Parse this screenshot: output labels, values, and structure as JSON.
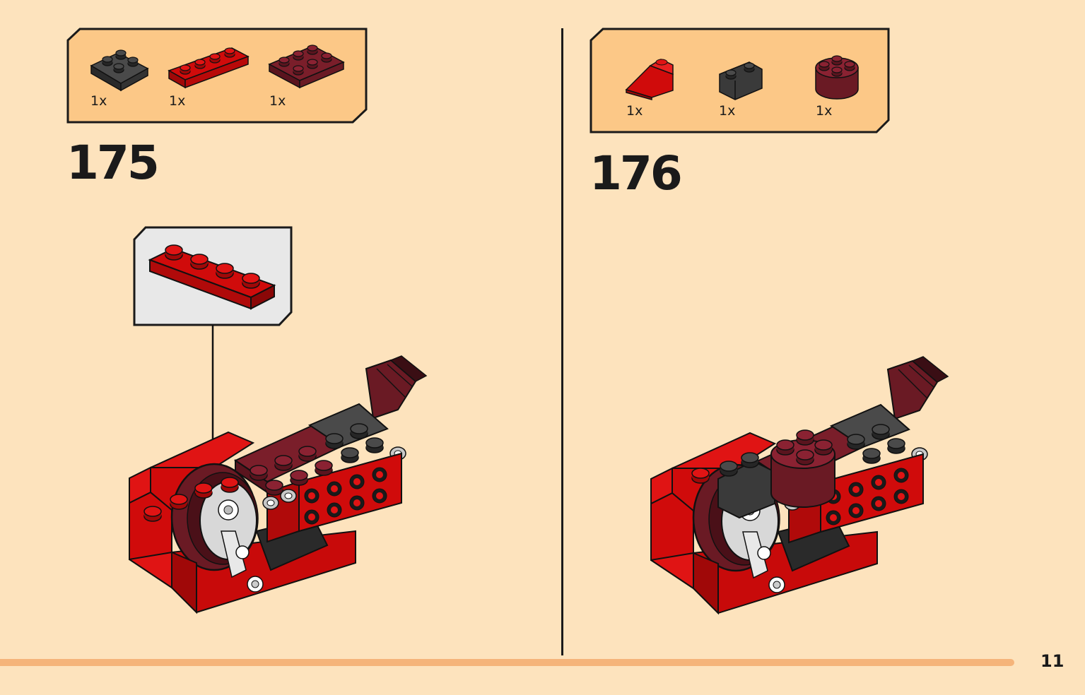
{
  "page": {
    "number": "11"
  },
  "steps": [
    {
      "number": "175",
      "parts": [
        {
          "qty": "1x",
          "color": "#3a3a3a",
          "name": "dark-gray-plate-2x2"
        },
        {
          "qty": "1x",
          "color": "#d00b0b",
          "name": "red-plate-1x4"
        },
        {
          "qty": "1x",
          "color": "#7a1e2a",
          "name": "dark-red-plate-2x3"
        }
      ],
      "callout": {
        "color": "#d00b0b",
        "name": "red-plate-1x4"
      }
    },
    {
      "number": "176",
      "parts": [
        {
          "qty": "1x",
          "color": "#d00b0b",
          "name": "red-slope"
        },
        {
          "qty": "1x",
          "color": "#3a3a3a",
          "name": "dark-gray-brick-curved"
        },
        {
          "qty": "1x",
          "color": "#7a1e2a",
          "name": "dark-red-round-brick-2x2"
        }
      ]
    }
  ],
  "colors": {
    "background": "#fde3bd",
    "parts_panel": "#fcc887",
    "callout_panel": "#e8e8e8",
    "accent_bar": "#f5b47a",
    "red": "#d00b0b",
    "dark_red": "#7a1e2a",
    "dark_gray": "#3a3a3a",
    "outline": "#1a1a1a"
  }
}
